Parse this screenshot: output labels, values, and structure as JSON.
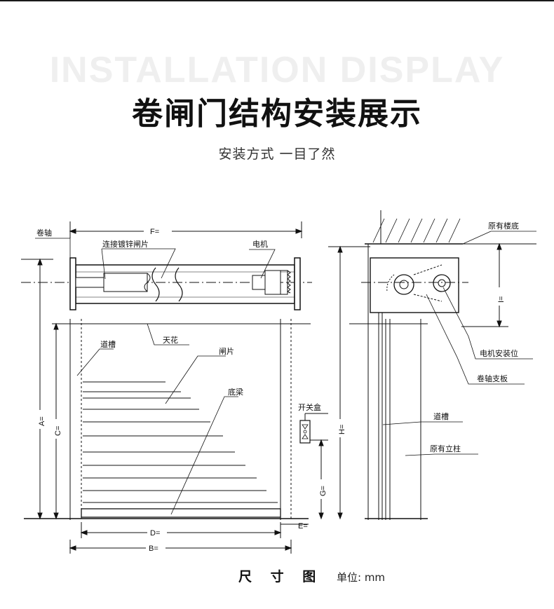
{
  "header": {
    "watermark": "INSTALLATION DISPLAY",
    "title": "卷闸门结构安装展示",
    "subtitle": "安装方式 一目了然"
  },
  "diagram": {
    "labels": {
      "reel_axis": "卷轴",
      "galvanized_slats": "连接镀锌闸片",
      "motor": "电机",
      "ceiling": "天花",
      "guide_rail_left": "道槽",
      "slat": "闸片",
      "bottom_beam": "底梁",
      "switch_box": "开关盒",
      "original_floor": "原有楼底",
      "motor_mount": "电机安装位",
      "reel_bracket": "卷轴支板",
      "guide_rail_right": "道槽",
      "original_column": "原有立柱"
    },
    "dimensions": {
      "F": "F=",
      "A": "A=",
      "C": "C=",
      "D": "D=",
      "B": "B=",
      "E": "E=",
      "G": "G=",
      "H": "H=",
      "I": "I="
    }
  },
  "footer": {
    "caption": "尺 寸 图",
    "unit": "单位: mm"
  }
}
